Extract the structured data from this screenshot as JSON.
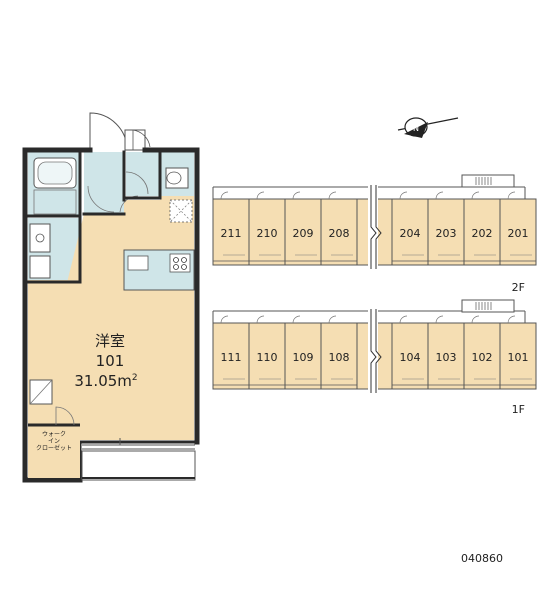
{
  "unit_plan": {
    "room_type": "洋室",
    "room_number": "101",
    "area": "31.05m",
    "area_superscript": "2",
    "closet_label_lines": [
      "ウォーク",
      "イン",
      "クローゼット"
    ]
  },
  "building": {
    "floors": [
      {
        "label": "2F",
        "units_left": [
          "211",
          "210",
          "209",
          "208"
        ],
        "units_right": [
          "204",
          "203",
          "202",
          "201"
        ]
      },
      {
        "label": "1F",
        "units_left": [
          "111",
          "110",
          "109",
          "108"
        ],
        "units_right": [
          "104",
          "103",
          "102",
          "101"
        ]
      }
    ]
  },
  "compass": {
    "direction_symbol": "N"
  },
  "property_code": "040860",
  "colors": {
    "wall": "#2a2a2a",
    "room_floor": "#f5deb3",
    "wet_area": "#cfe5e8",
    "building_unit": "#f5deb3",
    "line": "#555555"
  }
}
